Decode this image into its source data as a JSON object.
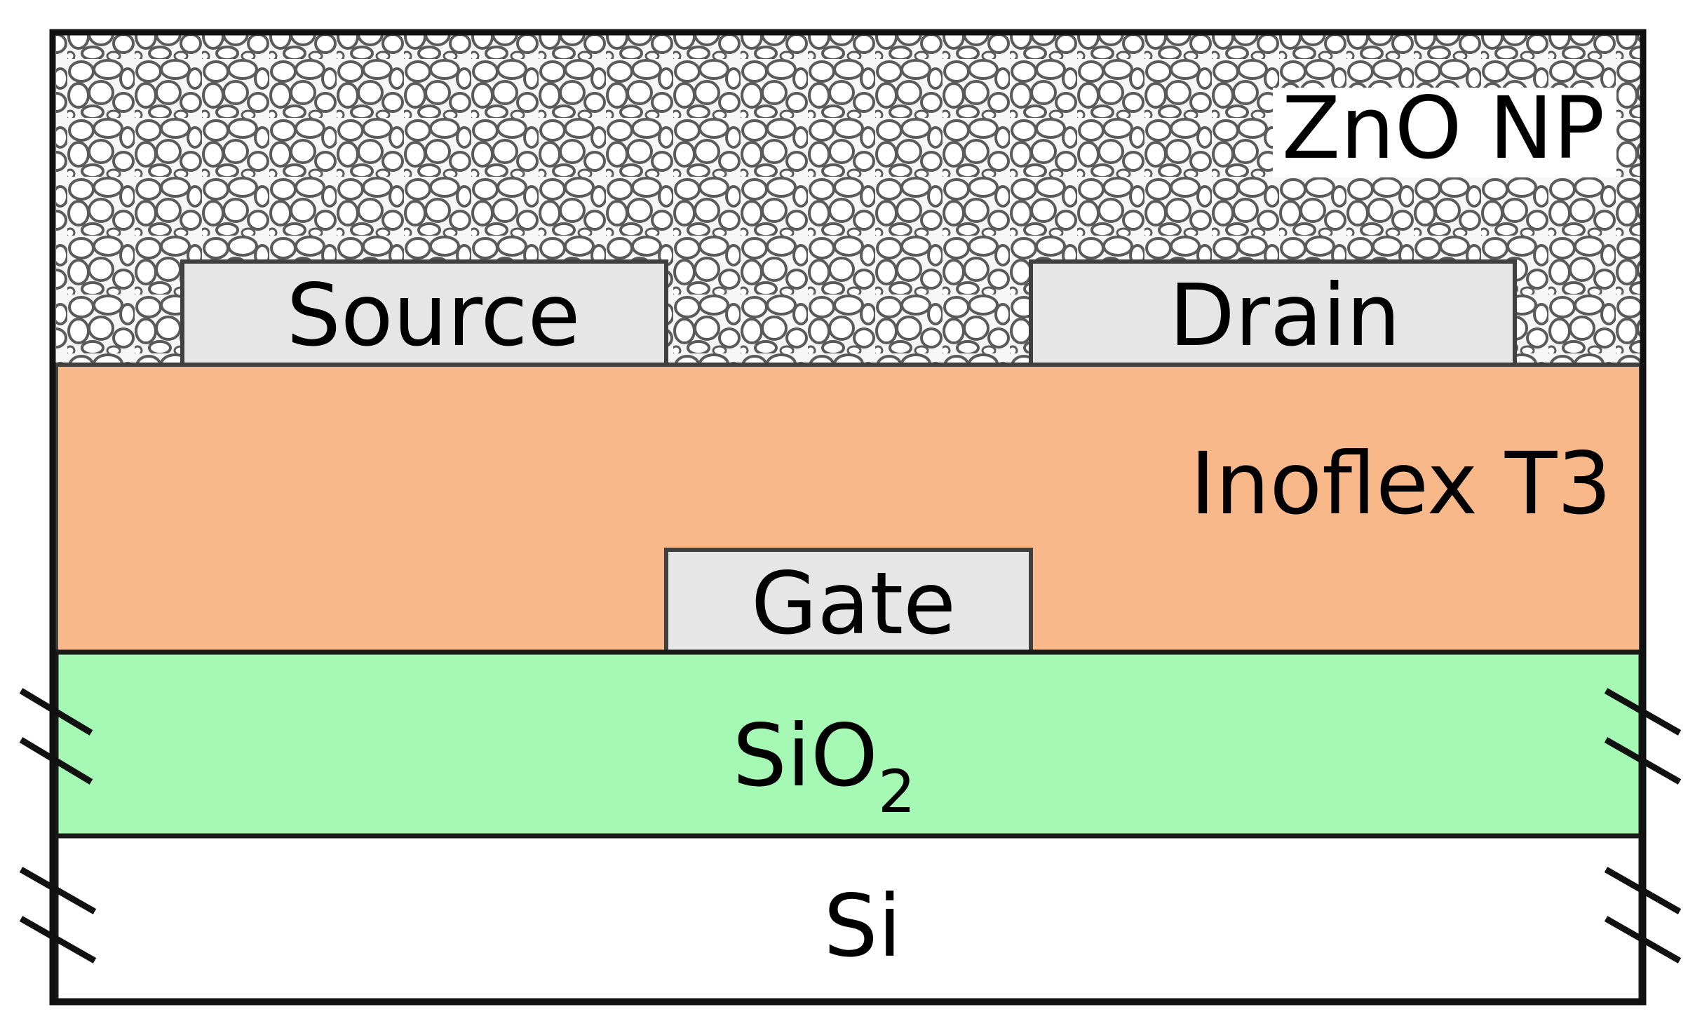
{
  "layers": {
    "zno": {
      "label": "ZnO NP",
      "color": "#ffffff"
    },
    "inoflex": {
      "label": "Inoflex T3",
      "color": "#F9B88A"
    },
    "sio2": {
      "label_main": "SiO",
      "label_sub": "2",
      "color": "#A6F9B4"
    },
    "si": {
      "label": "Si",
      "color": "#ffffff"
    }
  },
  "electrodes": {
    "source": {
      "label": "Source",
      "color": "#e6e6e6"
    },
    "drain": {
      "label": "Drain",
      "color": "#e6e6e6"
    },
    "gate": {
      "label": "Gate",
      "color": "#e6e6e6"
    }
  }
}
